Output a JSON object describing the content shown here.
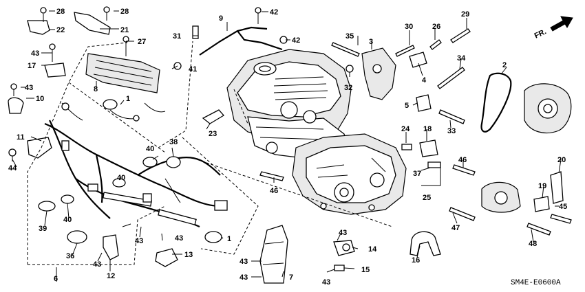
{
  "orientation": {
    "label": "FR."
  },
  "diagram_code": "SM4E-E0600A",
  "callouts": {
    "c1a": "1",
    "c1b": "1",
    "c2": "2",
    "c3": "3",
    "c4": "4",
    "c5": "5",
    "c6": "6",
    "c7": "7",
    "c8": "8",
    "c9": "9",
    "c10": "10",
    "c11": "11",
    "c12": "12",
    "c13": "13",
    "c14": "14",
    "c15": "15",
    "c16": "16",
    "c17": "17",
    "c18": "18",
    "c19": "19",
    "c20": "20",
    "c21": "21",
    "c22": "22",
    "c23": "23",
    "c24": "24",
    "c25": "25",
    "c26": "26",
    "c27": "27",
    "c28a": "28",
    "c28b": "28",
    "c29": "29",
    "c30": "30",
    "c31": "31",
    "c32": "32",
    "c33": "33",
    "c34": "34",
    "c35": "35",
    "c36": "36",
    "c37": "37",
    "c38": "38",
    "c39": "39",
    "c40a": "40",
    "c40b": "40",
    "c40c": "40",
    "c41": "41",
    "c42a": "42",
    "c42b": "42",
    "c43a": "43",
    "c43b": "43",
    "c43c": "43",
    "c43d": "43",
    "c43e": "43",
    "c43f": "43",
    "c43g": "43",
    "c43h": "43",
    "c44": "44",
    "c45": "45",
    "c46a": "46",
    "c46b": "46",
    "c47": "47",
    "c48": "48"
  }
}
